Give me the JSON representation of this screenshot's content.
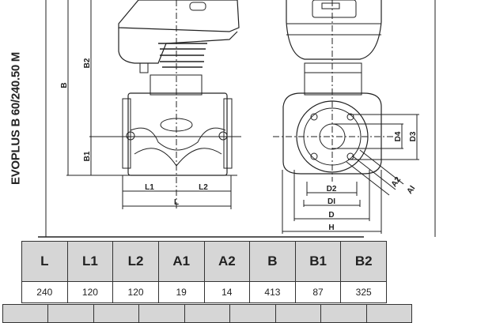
{
  "model_title": "EVOPLUS B 60/240.50 M",
  "side_view_labels": {
    "B": "B",
    "B1": "B1",
    "B2": "B2",
    "L": "L",
    "L1": "L1",
    "L2": "L2"
  },
  "front_view_labels": {
    "D": "D",
    "D1": "DI",
    "D2": "D2",
    "D3": "D3",
    "D4": "D4",
    "H": "H",
    "A1": "AI",
    "A2": "A2"
  },
  "dimensions_table": {
    "headers": [
      "L",
      "L1",
      "L2",
      "A1",
      "A2",
      "B",
      "B1",
      "B2"
    ],
    "values": [
      "240",
      "120",
      "120",
      "19",
      "14",
      "413",
      "87",
      "325"
    ]
  }
}
